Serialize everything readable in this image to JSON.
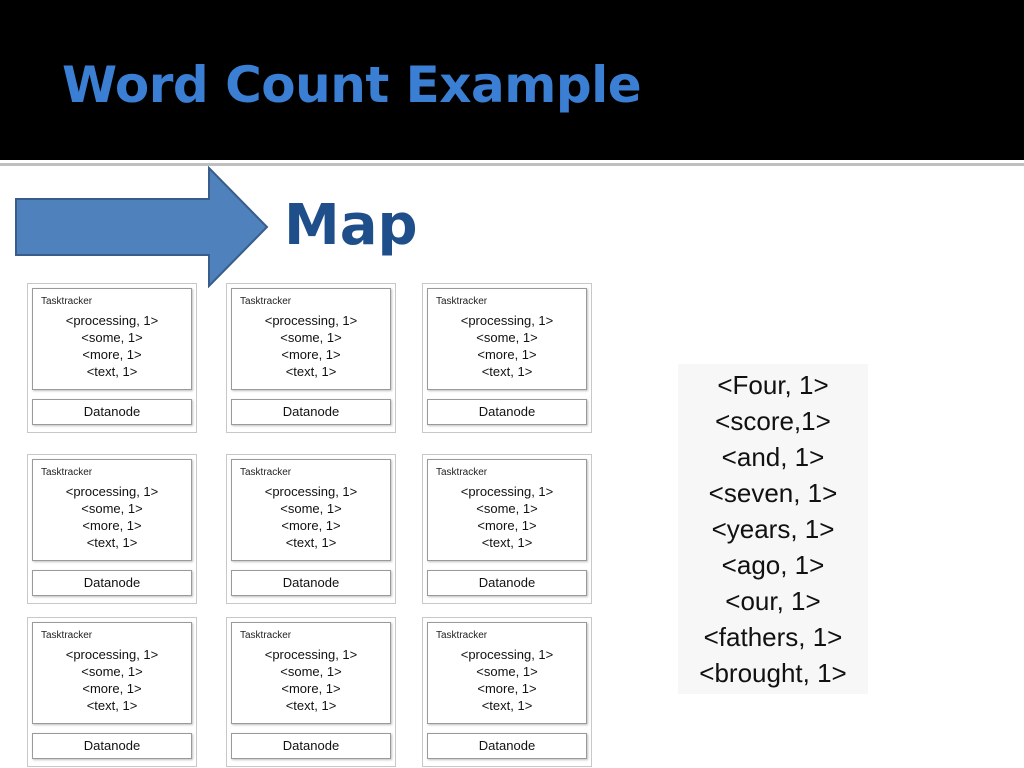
{
  "slide": {
    "title": "Word Count Example",
    "stage_label": "Map"
  },
  "nodes": [
    {
      "tasktracker_label": "Tasktracker",
      "pairs": [
        "<processing, 1>",
        "<some, 1>",
        "<more, 1>",
        "<text, 1>"
      ],
      "datanode_label": "Datanode"
    },
    {
      "tasktracker_label": "Tasktracker",
      "pairs": [
        "<processing, 1>",
        "<some, 1>",
        "<more, 1>",
        "<text, 1>"
      ],
      "datanode_label": "Datanode"
    },
    {
      "tasktracker_label": "Tasktracker",
      "pairs": [
        "<processing, 1>",
        "<some, 1>",
        "<more, 1>",
        "<text, 1>"
      ],
      "datanode_label": "Datanode"
    },
    {
      "tasktracker_label": "Tasktracker",
      "pairs": [
        "<processing, 1>",
        "<some, 1>",
        "<more, 1>",
        "<text, 1>"
      ],
      "datanode_label": "Datanode"
    },
    {
      "tasktracker_label": "Tasktracker",
      "pairs": [
        "<processing, 1>",
        "<some, 1>",
        "<more, 1>",
        "<text, 1>"
      ],
      "datanode_label": "Datanode"
    },
    {
      "tasktracker_label": "Tasktracker",
      "pairs": [
        "<processing, 1>",
        "<some, 1>",
        "<more, 1>",
        "<text, 1>"
      ],
      "datanode_label": "Datanode"
    },
    {
      "tasktracker_label": "Tasktracker",
      "pairs": [
        "<processing, 1>",
        "<some, 1>",
        "<more, 1>",
        "<text, 1>"
      ],
      "datanode_label": "Datanode"
    },
    {
      "tasktracker_label": "Tasktracker",
      "pairs": [
        "<processing, 1>",
        "<some, 1>",
        "<more, 1>",
        "<text, 1>"
      ],
      "datanode_label": "Datanode"
    },
    {
      "tasktracker_label": "Tasktracker",
      "pairs": [
        "<processing, 1>",
        "<some, 1>",
        "<more, 1>",
        "<text, 1>"
      ],
      "datanode_label": "Datanode"
    }
  ],
  "word_pairs": [
    "<Four, 1>",
    "<score,1>",
    "<and, 1>",
    "<seven, 1>",
    "<years, 1>",
    "<ago, 1>",
    "<our, 1>",
    "<fathers, 1>",
    "<brought, 1>"
  ],
  "colors": {
    "title": "#3b7fd4",
    "stage_label": "#1f4f8a",
    "arrow_fill": "#4f81bd",
    "arrow_stroke": "#385d8a",
    "title_bar": "#000000"
  },
  "icons": {
    "arrow": "right-arrow"
  }
}
